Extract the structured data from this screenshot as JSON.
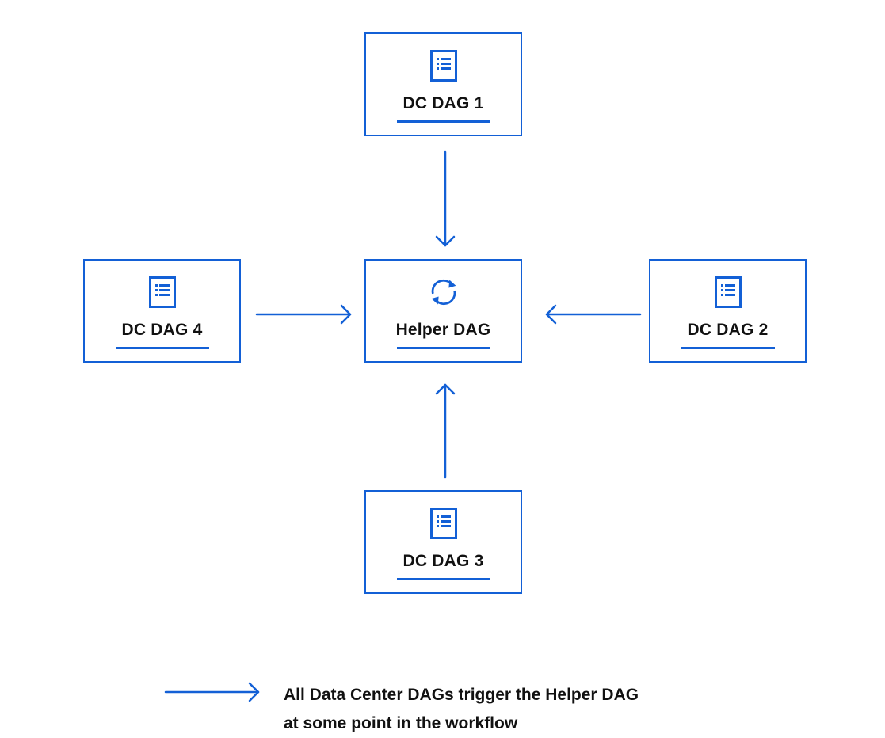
{
  "diagram": {
    "nodes": {
      "dc_dag_1": {
        "label": "DC DAG 1",
        "icon": "document-list-icon"
      },
      "helper_dag": {
        "label": "Helper DAG",
        "icon": "sync-icon"
      },
      "dc_dag_4": {
        "label": "DC DAG 4",
        "icon": "document-list-icon"
      },
      "dc_dag_2": {
        "label": "DC DAG 2",
        "icon": "document-list-icon"
      },
      "dc_dag_3": {
        "label": "DC DAG 3",
        "icon": "document-list-icon"
      }
    },
    "edges": [
      {
        "from": "DC DAG 1",
        "to": "Helper DAG"
      },
      {
        "from": "DC DAG 4",
        "to": "Helper DAG"
      },
      {
        "from": "DC DAG 2",
        "to": "Helper DAG"
      },
      {
        "from": "DC DAG 3",
        "to": "Helper DAG"
      }
    ]
  },
  "legend": {
    "line1": "All Data Center DAGs trigger the Helper DAG",
    "line2": "at some point in the workflow"
  },
  "colors": {
    "accent": "#1360d6",
    "text": "#111111",
    "background": "#ffffff"
  }
}
